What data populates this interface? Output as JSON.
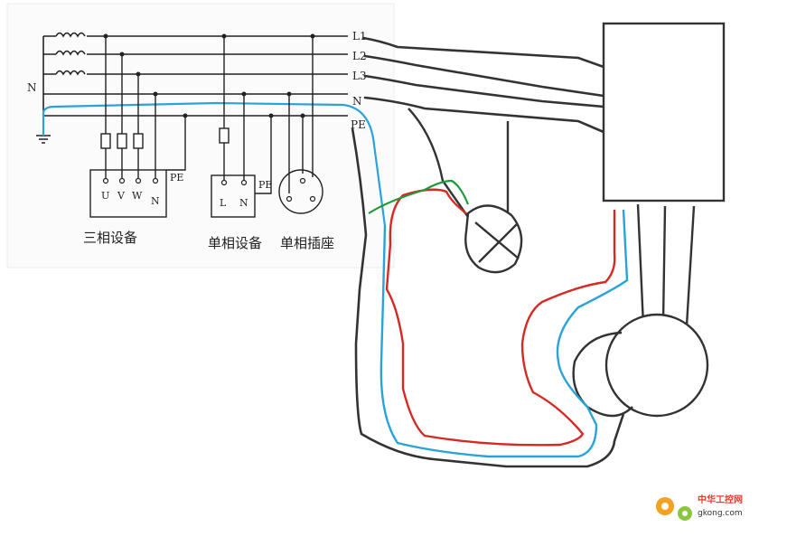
{
  "diagram": {
    "neutral_label": "N",
    "line_labels": [
      "L1",
      "L2",
      "L3",
      "N",
      "PE"
    ],
    "three_phase": {
      "terminals": [
        "U",
        "V",
        "W",
        "N"
      ],
      "pe": "PE",
      "caption": "三相设备"
    },
    "single_phase": {
      "terminals": [
        "L",
        "N"
      ],
      "pe": "PE",
      "caption": "单相设备"
    },
    "socket": {
      "caption": "单相插座"
    },
    "wire_colors": {
      "phase": "#333333",
      "pe": "#2aa3d8",
      "red": "#d42a22",
      "green": "#1f9a3a"
    }
  },
  "watermark": {
    "brand": "中华工控网",
    "site": "gkong.com"
  }
}
